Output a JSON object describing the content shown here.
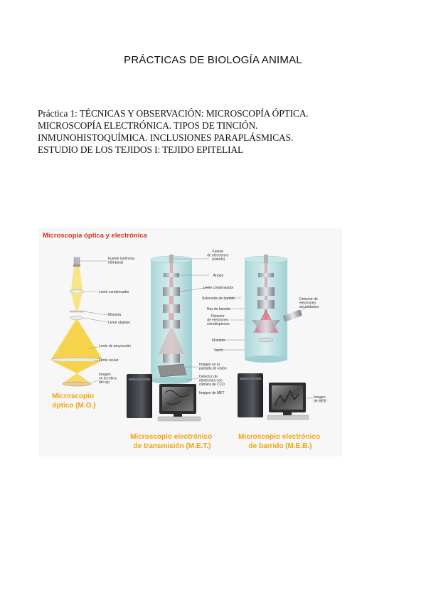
{
  "header": {
    "title": "PRÁCTICAS DE BIOLOGÍA ANIMAL"
  },
  "intro_lines": [
    "Práctica 1: TÉCNICAS Y OBSERVACIÓN: MICROSCOPÍA ÓPTICA.",
    "MICROSCOPÍA ELECTRÓNICA. TIPOS DE TINCIÓN.",
    "INMUNOHISTOQUÍMICA. INCLUSIONES PARAPLÁSMICAS.",
    "ESTUDIO DE LOS TEJIDOS I: TEJIDO EPITELIAL"
  ],
  "figure": {
    "title": "Microscopía óptica y electrónica",
    "optical": {
      "labels": [
        [
          "Fuente luminosa",
          "(lámpara)"
        ],
        [
          "Lente condensador"
        ],
        [
          "Muestra"
        ],
        [
          "Lente objetivo"
        ],
        [
          "Lente de proyección"
        ],
        [
          "Lente ocular"
        ],
        [
          "Imagen",
          "en la retina",
          "del ojo"
        ]
      ],
      "caption": [
        "Microscopio",
        "óptico (M.O.)"
      ]
    },
    "tem": {
      "labels": [
        [
          "Fuente",
          "de electrones",
          "(cátodo)"
        ],
        [
          "Ánodo"
        ],
        [
          "Lente condensador"
        ],
        [
          "Solenoide de barrido"
        ],
        [
          "Haz de barrido"
        ],
        [
          "Detector",
          "de electrones",
          "retrodispersos"
        ],
        [
          "Muestra"
        ],
        [
          "Vacío"
        ],
        [
          "Imagen en la",
          "pantalla de visión"
        ],
        [
          "Detector de",
          "electrones con",
          "cámara de CCD"
        ],
        [
          "Imagen de MET"
        ]
      ],
      "caption": [
        "Microscopio electrónico",
        "de transmisión (M.E.T.)"
      ]
    },
    "sem": {
      "labels": [
        [
          "Detector de",
          "electrones",
          "secundarios"
        ],
        [
          "Imagen",
          "de MEB"
        ]
      ],
      "caption": [
        "Microscopio electrónico",
        "de barrido (M.E.B.)"
      ]
    }
  }
}
